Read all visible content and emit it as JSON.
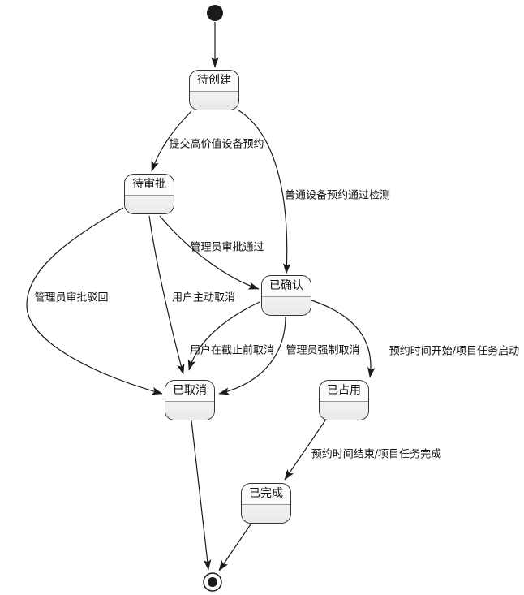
{
  "diagram": {
    "type": "uml-state-diagram",
    "colors": {
      "background": "#ffffff",
      "node_border": "#343434",
      "node_title_bg": "#fcfcfc",
      "node_body_bg": "#ededed",
      "divider": "#969696",
      "edge": "#1a1a1a",
      "text": "#101010"
    },
    "states": [
      {
        "id": "pending-create",
        "label": "待创建"
      },
      {
        "id": "pending-approval",
        "label": "待审批"
      },
      {
        "id": "confirmed",
        "label": "已确认"
      },
      {
        "id": "cancelled",
        "label": "已取消"
      },
      {
        "id": "occupied",
        "label": "已占用"
      },
      {
        "id": "completed",
        "label": "已完成"
      }
    ],
    "terminals": [
      {
        "id": "initial-state",
        "label": ""
      },
      {
        "id": "final-state",
        "label": ""
      }
    ],
    "transitions": [
      {
        "from": "initial",
        "to": "待创建",
        "label": ""
      },
      {
        "from": "待创建",
        "to": "待审批",
        "label": "提交高价值设备预约"
      },
      {
        "from": "待创建",
        "to": "已确认",
        "label": "普通设备预约通过检测"
      },
      {
        "from": "待审批",
        "to": "已确认",
        "label": "管理员审批通过"
      },
      {
        "from": "待审批",
        "to": "已取消",
        "label": "用户主动取消"
      },
      {
        "from": "待审批",
        "to": "已取消",
        "label": "管理员审批驳回"
      },
      {
        "from": "已确认",
        "to": "已取消",
        "label": "用户在截止前取消"
      },
      {
        "from": "已确认",
        "to": "已取消",
        "label": "管理员强制取消"
      },
      {
        "from": "已确认",
        "to": "已占用",
        "label": "预约时间开始/项目任务启动"
      },
      {
        "from": "已占用",
        "to": "已完成",
        "label": "预约时间结束/项目任务完成"
      },
      {
        "from": "已取消",
        "to": "final",
        "label": ""
      },
      {
        "from": "已完成",
        "to": "final",
        "label": ""
      }
    ]
  }
}
